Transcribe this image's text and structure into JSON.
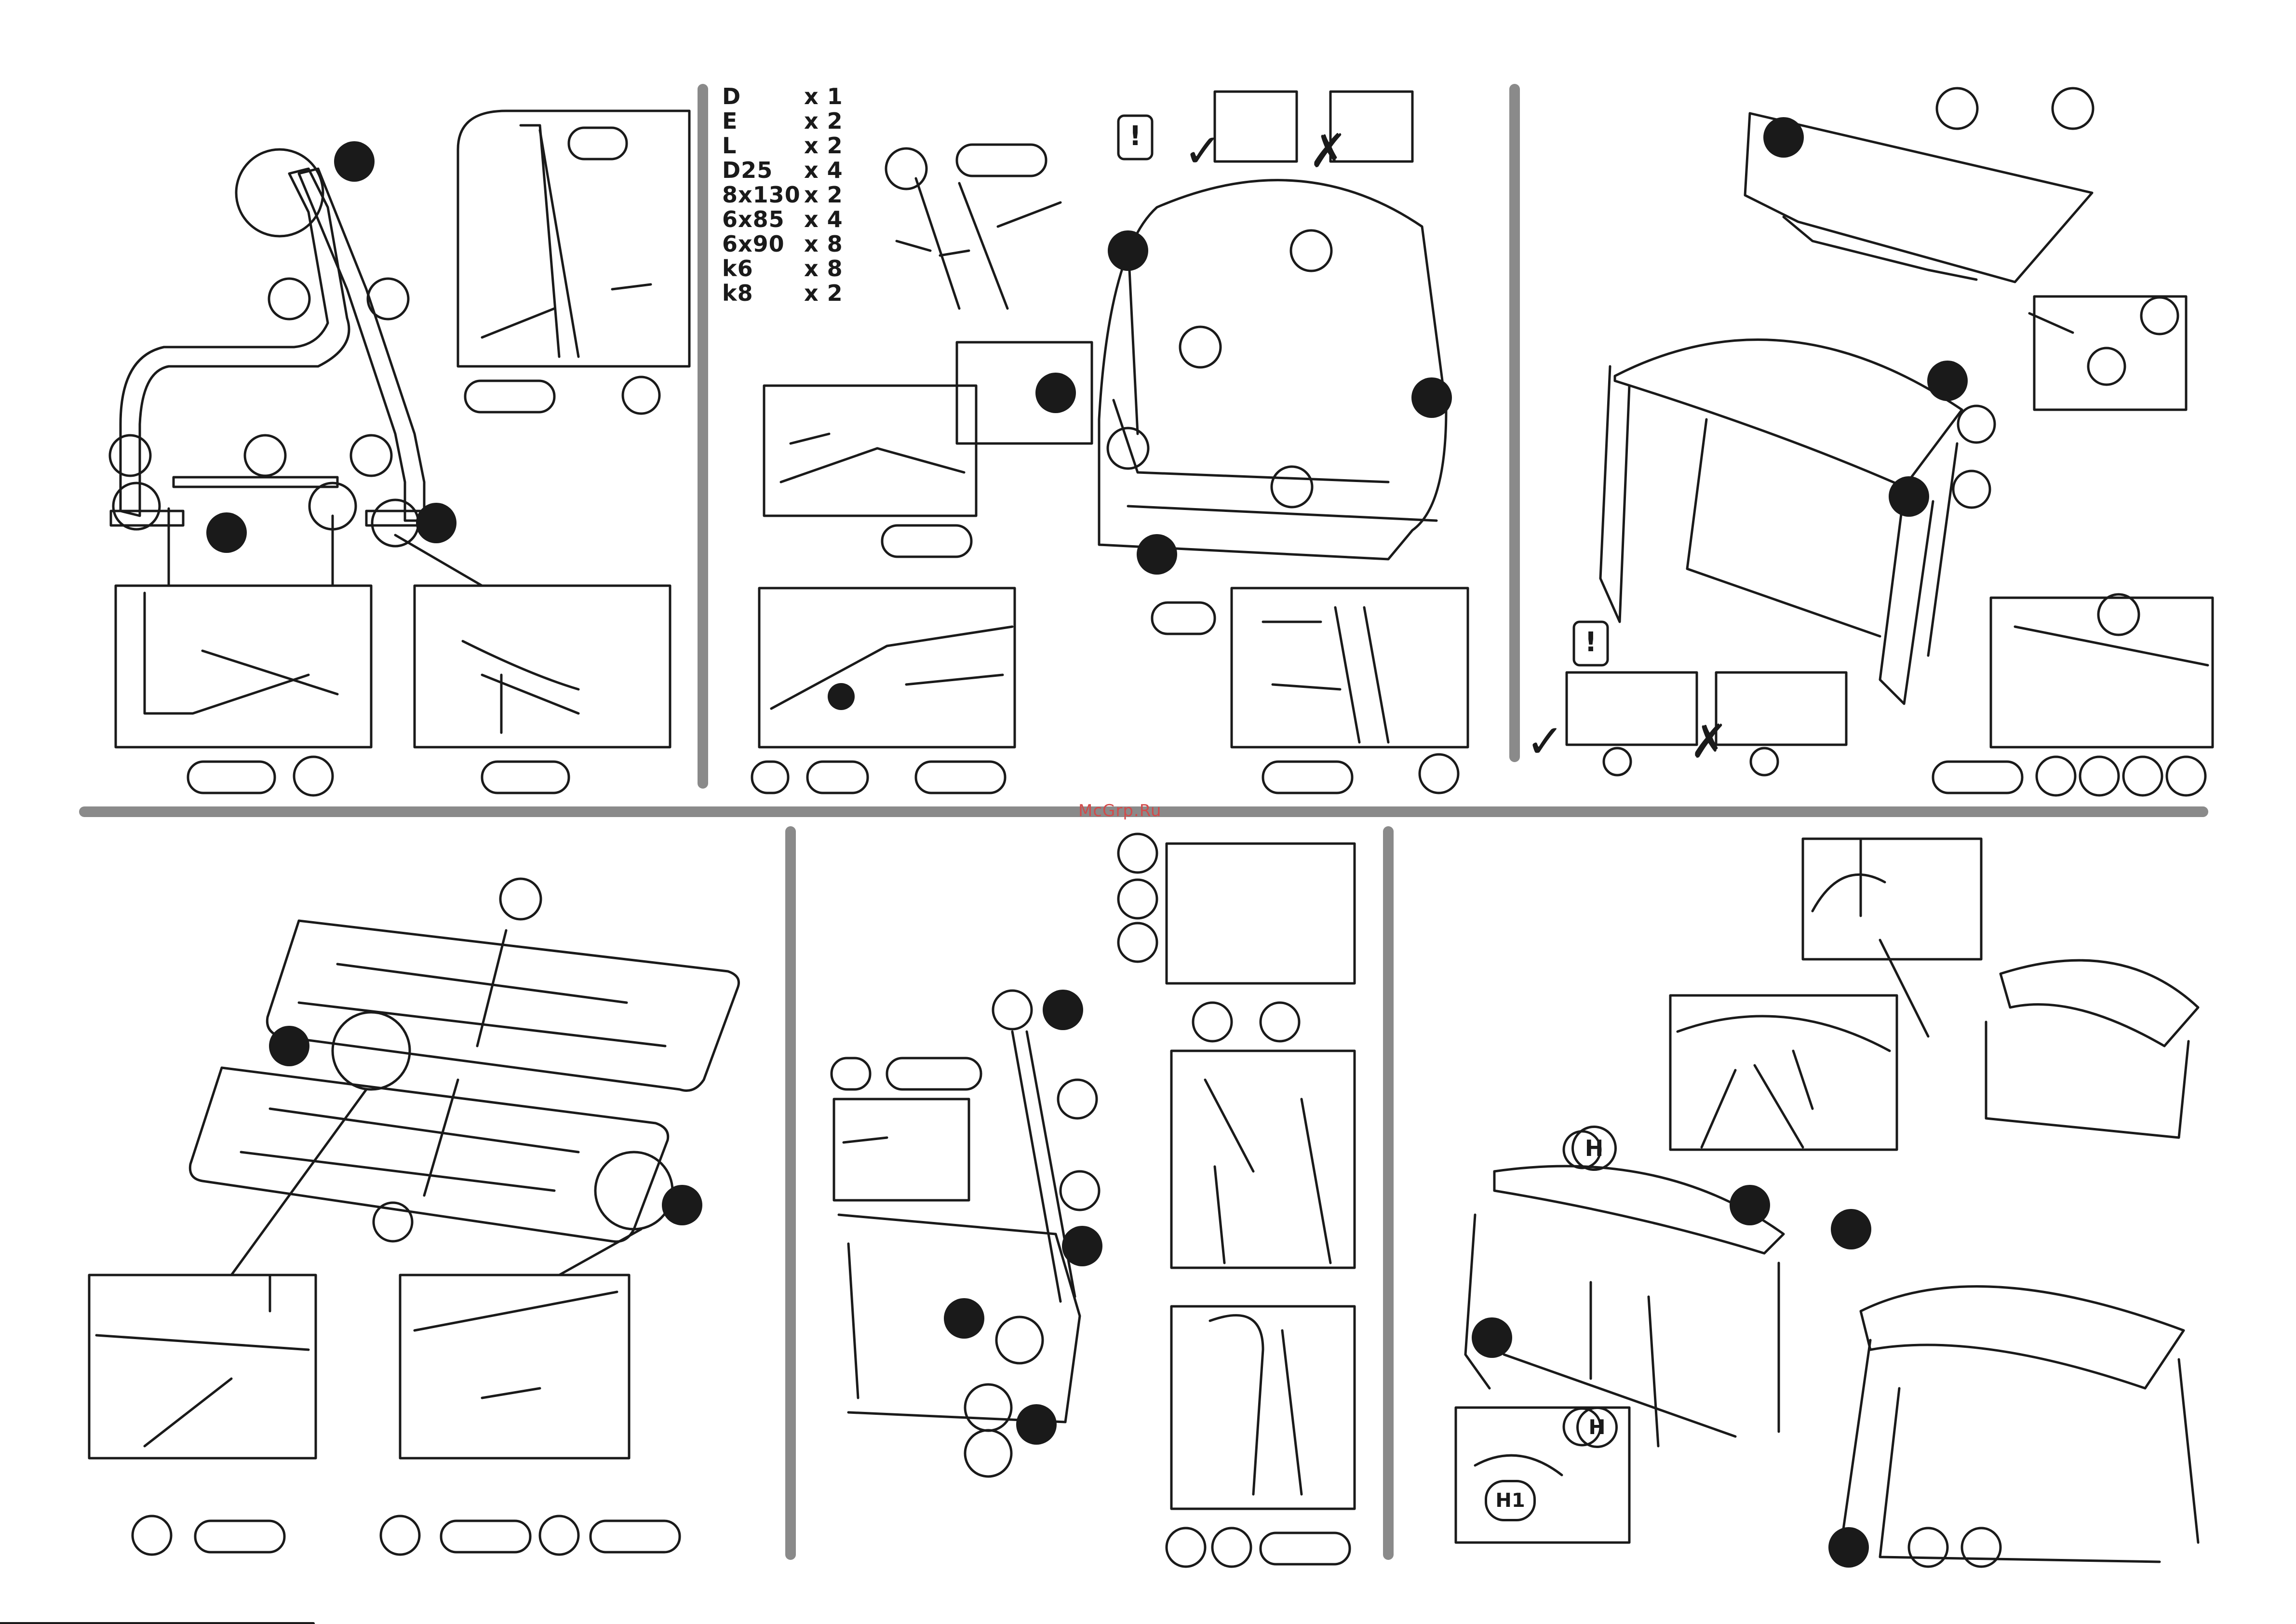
{
  "parts_list": [
    {
      "code": "D",
      "qty": "x 1"
    },
    {
      "code": "E",
      "qty": "x 2"
    },
    {
      "code": "L",
      "qty": "x 2"
    },
    {
      "code": "D25",
      "qty": "x 4"
    },
    {
      "code": "8x130",
      "qty": "x 2"
    },
    {
      "code": "6x85",
      "qty": "x 4"
    },
    {
      "code": "6x90",
      "qty": "x 8"
    },
    {
      "code": "k6",
      "qty": "x 8"
    },
    {
      "code": "k8",
      "qty": "x 2"
    }
  ],
  "labels": {
    "h": "H",
    "h1": "H1",
    "warning": "!"
  },
  "marks": {
    "correct": "✓",
    "wrong": "✗"
  },
  "watermark": "McGrp.Ru",
  "colors": {
    "ink": "#1a1a1a",
    "divider": "#8a8a8a",
    "watermark": "#d24b4b"
  }
}
